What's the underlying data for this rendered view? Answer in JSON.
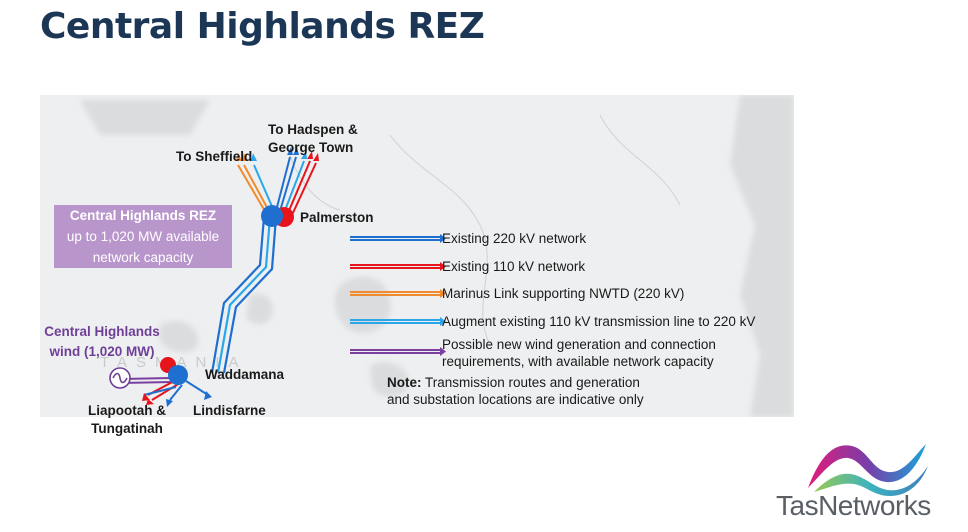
{
  "title": "Central Highlands REZ",
  "map": {
    "places": {
      "hadspen_line1": "To Hadspen &",
      "hadspen_line2": "George Town",
      "sheffield": "To Sheffield",
      "palmerston": "Palmerston",
      "waddamana": "Waddamana",
      "liapootah_line1": "Liapootah &",
      "liapootah_line2": "Tungatinah",
      "lindisfarne": "Lindisfarne",
      "tasmania_faint": "TASMANIA"
    },
    "rez_box": {
      "title": "Central Highlands REZ",
      "line2": "up to 1,020 MW available",
      "line3": "network capacity"
    },
    "wind_label": {
      "line1": "Central Highlands",
      "line2": "wind (1,020 MW)"
    }
  },
  "legend": [
    {
      "label": "Existing 220 kV network",
      "color": "#1f6fd1"
    },
    {
      "label": "Existing 110 kV network",
      "color": "#e8141b"
    },
    {
      "label": "Marinus Link supporting NWTD (220 kV)",
      "color": "#f08a2c"
    },
    {
      "label": "Augment existing 110 kV transmission line to 220 kV",
      "color": "#2aa7e8"
    },
    {
      "label_line1": "Possible new wind generation and connection",
      "label_line2": "requirements, with available network capacity",
      "color": "#7b3fa0"
    }
  ],
  "note": {
    "bold": "Note:",
    "line1": " Transmission routes and generation",
    "line2": "and substation locations are indicative only"
  },
  "brand": "TasNetworks"
}
